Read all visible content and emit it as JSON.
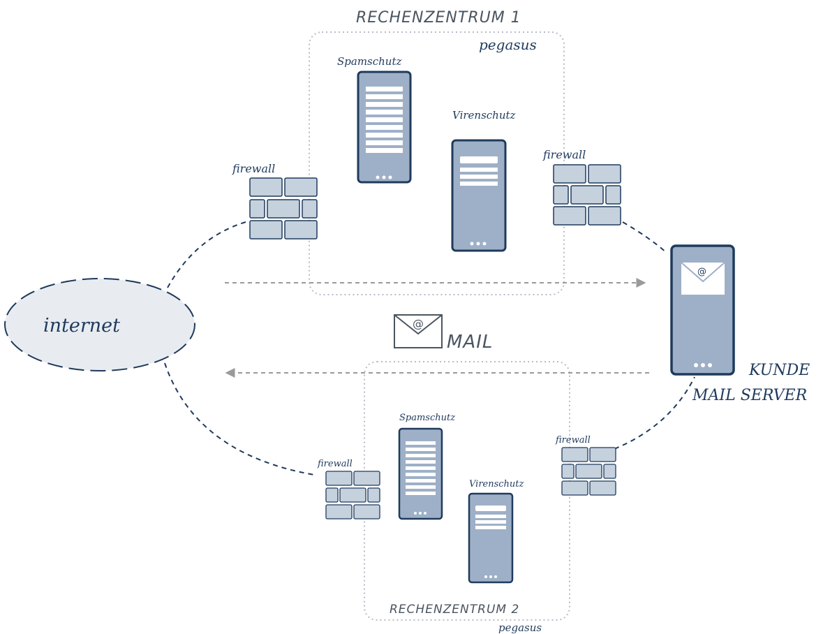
{
  "datacenter1": {
    "title": "RECHENZENTRUM 1",
    "subtitle": "pegasus"
  },
  "datacenter2": {
    "title": "RECHENZENTRUM 2",
    "subtitle": "pegasus"
  },
  "labels": {
    "spam": "Spamschutz",
    "virus": "Virenschutz",
    "firewall": "firewall",
    "internet": "internet",
    "mail": "MAIL",
    "customer_line1": "KUNDE",
    "customer_line2": "MAIL SERVER"
  },
  "colors": {
    "server_fill": "#9eb0c7",
    "server_stroke": "#1f3a5c",
    "brick_fill": "#c6d1de",
    "internet_fill": "#e8ecf1",
    "box_border": "#b8bcc8",
    "arrow": "#9a9a9a"
  }
}
